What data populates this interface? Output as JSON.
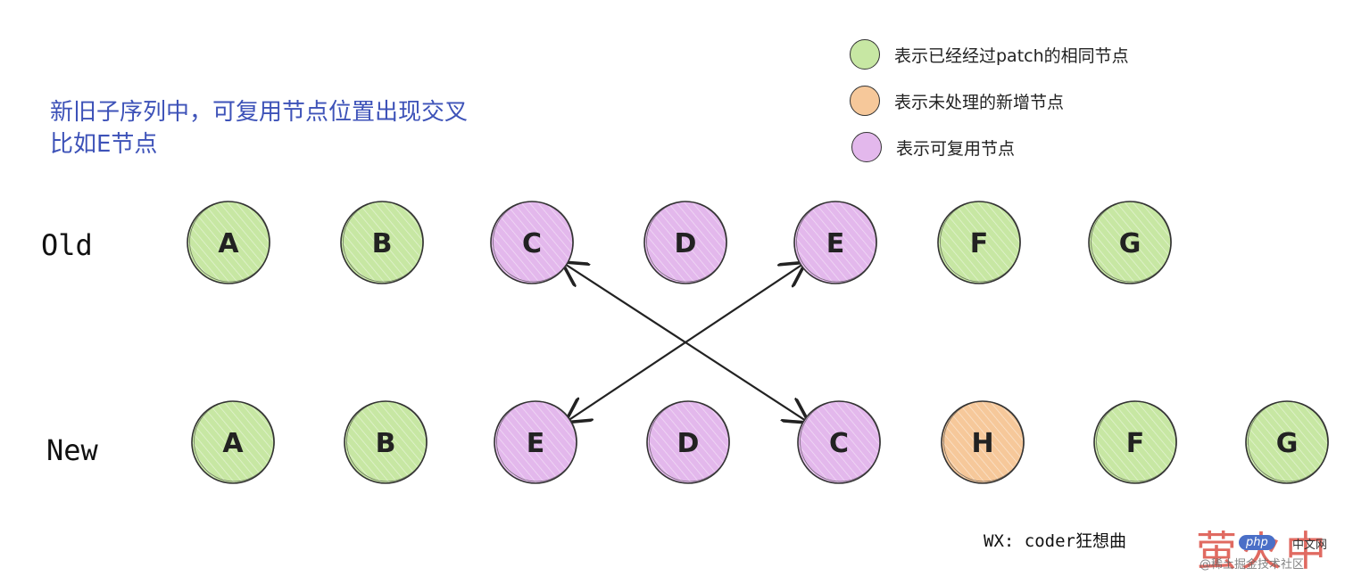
{
  "description": {
    "line1": "新旧子序列中，可复用节点位置出现交叉",
    "line2": "比如E节点"
  },
  "legend": [
    {
      "label": "表示已经经过patch的相同节点",
      "color": "#c7e7a3"
    },
    {
      "label": "表示未处理的新增节点",
      "color": "#f6c89a"
    },
    {
      "label": "表示可复用节点",
      "color": "#e3b8ec"
    }
  ],
  "rows": {
    "old": {
      "label": "Old",
      "nodes": [
        {
          "label": "A",
          "status": "patched"
        },
        {
          "label": "B",
          "status": "patched"
        },
        {
          "label": "C",
          "status": "reusable"
        },
        {
          "label": "D",
          "status": "reusable"
        },
        {
          "label": "E",
          "status": "reusable"
        },
        {
          "label": "F",
          "status": "patched"
        },
        {
          "label": "G",
          "status": "patched"
        }
      ]
    },
    "new": {
      "label": "New",
      "nodes": [
        {
          "label": "A",
          "status": "patched"
        },
        {
          "label": "B",
          "status": "patched"
        },
        {
          "label": "E",
          "status": "reusable"
        },
        {
          "label": "D",
          "status": "reusable"
        },
        {
          "label": "C",
          "status": "reusable"
        },
        {
          "label": "H",
          "status": "new"
        },
        {
          "label": "F",
          "status": "patched"
        },
        {
          "label": "G",
          "status": "patched"
        }
      ]
    }
  },
  "arrows": [
    {
      "from": "old.C",
      "to": "new.C",
      "double_headed": true
    },
    {
      "from": "new.E",
      "to": "old.E",
      "double_headed": true
    }
  ],
  "status_colors": {
    "patched": "#c7e7a3",
    "new": "#f6c89a",
    "reusable": "#e3b8ec",
    "stroke": "#333333"
  },
  "credit": "WX: coder狂想曲",
  "watermark": {
    "text": "萤火中",
    "badge": "php",
    "suffix": "中文网",
    "subtext": "@稀土掘金技术社区"
  }
}
